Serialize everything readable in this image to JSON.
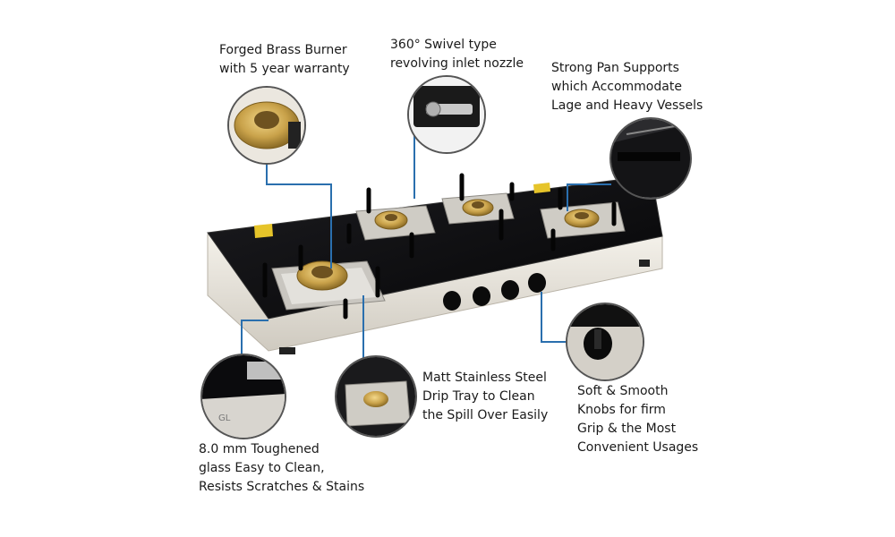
{
  "features": {
    "burner": {
      "lines": [
        "Forged Brass Burner",
        "with 5 year warranty"
      ],
      "icon": "brass-burner-icon"
    },
    "nozzle": {
      "lines": [
        "360° Swivel type",
        "revolving inlet nozzle"
      ],
      "icon": "swivel-nozzle-icon"
    },
    "pan_supports": {
      "lines": [
        "Strong Pan Supports",
        "which Accommodate",
        "Lage and Heavy Vessels"
      ],
      "icon": "pan-support-icon"
    },
    "glass": {
      "lines": [
        "8.0 mm Toughened",
        "glass Easy to Clean,",
        "Resists Scratches & Stains"
      ],
      "icon": "toughened-glass-icon"
    },
    "drip_tray": {
      "lines": [
        "Matt Stainless Steel",
        "Drip Tray to Clean",
        "the Spill Over Easily"
      ],
      "icon": "drip-tray-icon"
    },
    "knobs": {
      "lines": [
        "Soft & Smooth",
        "Knobs for firm",
        "Grip & the Most",
        "Convenient Usages"
      ],
      "icon": "knob-icon"
    }
  },
  "colors": {
    "callout_line": "#2a6fae",
    "glass_top": "#0d0d0f",
    "steel_body": "#e8e4dc",
    "brass": "#c9a24a"
  }
}
